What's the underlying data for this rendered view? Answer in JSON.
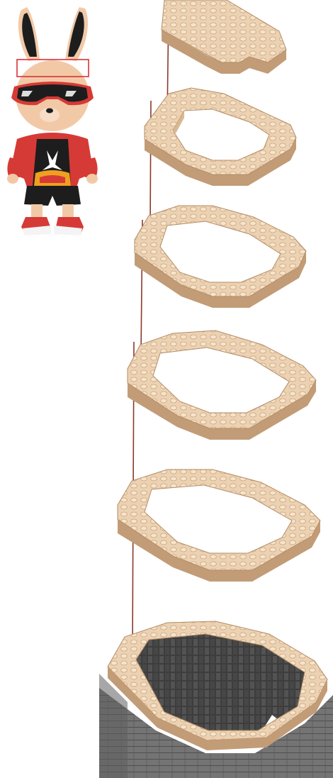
{
  "diagram": {
    "kind": "brick-build-instruction-step",
    "preview_figure": {
      "subject": "rabbit-figure",
      "highlighted_region": "head-top-band"
    },
    "layers": [
      {
        "name": "top-cap-plate",
        "shape": "partial-plate"
      },
      {
        "name": "ring-layer-1",
        "shape": "octagon-ring"
      },
      {
        "name": "ring-layer-2",
        "shape": "octagon-ring"
      },
      {
        "name": "ring-layer-3",
        "shape": "octagon-ring"
      },
      {
        "name": "ring-layer-4",
        "shape": "octagon-ring"
      },
      {
        "name": "base-assembly",
        "shape": "hollow-gray-body-with-tan-rim"
      }
    ],
    "colors": {
      "tan_top": "#ecd2b2",
      "tan_side_light": "#d9b892",
      "tan_side_dark": "#c29c77",
      "stud": "#f6e4cb",
      "gray_top": "#8f8f8f",
      "gray_side": "#6d6d6d",
      "gray_dark": "#3f3f3f",
      "guide_line": "#8a3a2a",
      "highlight_box": "#d8323a",
      "rabbit_red": "#d63a36",
      "rabbit_black": "#1d1d1d",
      "rabbit_skin": "#f2c9a7"
    }
  }
}
